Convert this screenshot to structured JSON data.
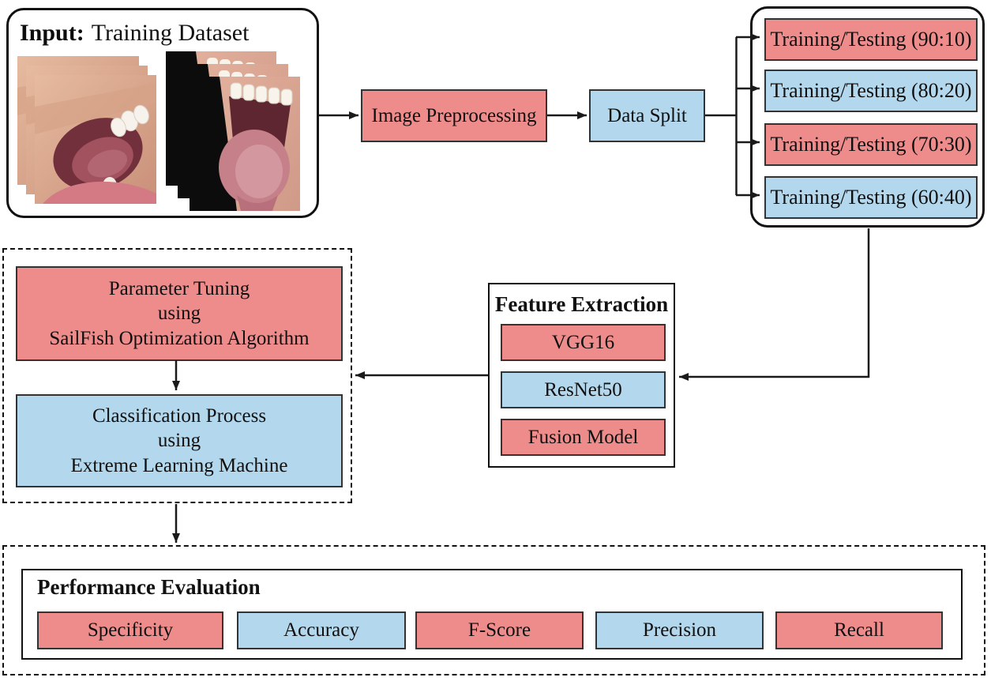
{
  "diagram": {
    "colors": {
      "pink": "#ee8c8c",
      "blue": "#b3d7ec",
      "line": "#1a1a1a"
    },
    "input": {
      "label_bold": "Input:",
      "label_rest": "Training Dataset"
    },
    "preprocessing": {
      "label": "Image Preprocessing"
    },
    "data_split": {
      "label": "Data Split"
    },
    "splits": [
      {
        "label": "Training/Testing (90:10)",
        "color": "pink"
      },
      {
        "label": "Training/Testing (80:20)",
        "color": "blue"
      },
      {
        "label": "Training/Testing (70:30)",
        "color": "pink"
      },
      {
        "label": "Training/Testing (60:40)",
        "color": "blue"
      }
    ],
    "feature_extraction": {
      "title": "Feature Extraction",
      "models": [
        {
          "label": "VGG16",
          "color": "pink"
        },
        {
          "label": "ResNet50",
          "color": "blue"
        },
        {
          "label": "Fusion Model",
          "color": "pink"
        }
      ]
    },
    "tuning": {
      "lines": [
        "Parameter Tuning",
        "using",
        "SailFish Optimization Algorithm"
      ],
      "color": "pink"
    },
    "classification": {
      "lines": [
        "Classification Process",
        "using",
        "Extreme Learning Machine"
      ],
      "color": "blue"
    },
    "performance": {
      "title": "Performance Evaluation",
      "metrics": [
        {
          "label": "Specificity",
          "color": "pink"
        },
        {
          "label": "Accuracy",
          "color": "blue"
        },
        {
          "label": "F-Score",
          "color": "pink"
        },
        {
          "label": "Precision",
          "color": "blue"
        },
        {
          "label": "Recall",
          "color": "pink"
        }
      ]
    }
  }
}
